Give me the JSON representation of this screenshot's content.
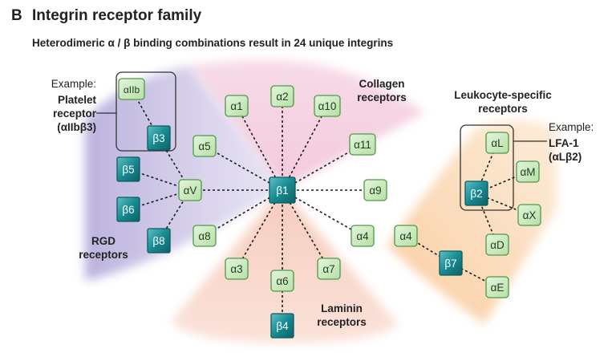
{
  "panel_letter": "B",
  "title": "Integrin receptor family",
  "subtitle": "Heterodimeric α / β binding combinations result in 24 unique integrins",
  "annotations": {
    "example_left": "Example:",
    "platelet_line1": "Platelet",
    "platelet_line2": "receptor",
    "platelet_line3": "(αIIbβ3)",
    "collagen_line1": "Collagen",
    "collagen_line2": "receptors",
    "leukocyte_line1": "Leukocyte-specific",
    "leukocyte_line2": "receptors",
    "example_right": "Example:",
    "lfa_line1": "LFA-1",
    "lfa_line2": "(αLβ2)",
    "rgd_line1": "RGD",
    "rgd_line2": "receptors",
    "laminin_line1": "Laminin",
    "laminin_line2": "receptors"
  },
  "colors": {
    "alpha_fill": "#cdeac1",
    "alpha_stroke": "#4d9a49",
    "beta_fill": "#17888f",
    "beta_stroke": "#0c5c61",
    "collagen_sector": "#f4cfe1",
    "rgd_sector": "#c8bfe2",
    "laminin_sector": "#f6c9bd",
    "leukocyte_sector": "#fbd8b3"
  },
  "nodes": [
    {
      "id": "b1",
      "label": "β1",
      "kind": "beta"
    },
    {
      "id": "b3",
      "label": "β3",
      "kind": "beta"
    },
    {
      "id": "b5",
      "label": "β5",
      "kind": "beta"
    },
    {
      "id": "b6",
      "label": "β6",
      "kind": "beta"
    },
    {
      "id": "b8",
      "label": "β8",
      "kind": "beta"
    },
    {
      "id": "b4",
      "label": "β4",
      "kind": "beta"
    },
    {
      "id": "b2",
      "label": "β2",
      "kind": "beta"
    },
    {
      "id": "b7",
      "label": "β7",
      "kind": "beta"
    },
    {
      "id": "aIIb",
      "label": "αIIb",
      "kind": "alpha"
    },
    {
      "id": "a1",
      "label": "α1",
      "kind": "alpha"
    },
    {
      "id": "a2",
      "label": "α2",
      "kind": "alpha"
    },
    {
      "id": "a10",
      "label": "α10",
      "kind": "alpha"
    },
    {
      "id": "a11",
      "label": "α11",
      "kind": "alpha"
    },
    {
      "id": "a5",
      "label": "α5",
      "kind": "alpha"
    },
    {
      "id": "aV",
      "label": "αV",
      "kind": "alpha"
    },
    {
      "id": "a9",
      "label": "α9",
      "kind": "alpha"
    },
    {
      "id": "a8",
      "label": "α8",
      "kind": "alpha"
    },
    {
      "id": "a4",
      "label": "α4",
      "kind": "alpha"
    },
    {
      "id": "a3",
      "label": "α3",
      "kind": "alpha"
    },
    {
      "id": "a6",
      "label": "α6",
      "kind": "alpha"
    },
    {
      "id": "a7",
      "label": "α7",
      "kind": "alpha"
    },
    {
      "id": "aL",
      "label": "αL",
      "kind": "alpha"
    },
    {
      "id": "aM",
      "label": "αM",
      "kind": "alpha"
    },
    {
      "id": "aX",
      "label": "αX",
      "kind": "alpha"
    },
    {
      "id": "aD",
      "label": "αD",
      "kind": "alpha"
    },
    {
      "id": "a4b",
      "label": "α4",
      "kind": "alpha"
    },
    {
      "id": "aE",
      "label": "αE",
      "kind": "alpha"
    }
  ],
  "edges": [
    [
      "b1",
      "a1"
    ],
    [
      "b1",
      "a2"
    ],
    [
      "b1",
      "a10"
    ],
    [
      "b1",
      "a11"
    ],
    [
      "b1",
      "a9"
    ],
    [
      "b1",
      "a4"
    ],
    [
      "b1",
      "a7"
    ],
    [
      "b1",
      "a6"
    ],
    [
      "b1",
      "a3"
    ],
    [
      "b1",
      "a8"
    ],
    [
      "b1",
      "aV"
    ],
    [
      "b1",
      "a5"
    ],
    [
      "aIIb",
      "b3"
    ],
    [
      "b3",
      "aV"
    ],
    [
      "b5",
      "aV"
    ],
    [
      "b6",
      "aV"
    ],
    [
      "b8",
      "aV"
    ],
    [
      "a6",
      "b4"
    ],
    [
      "aL",
      "b2"
    ],
    [
      "aM",
      "b2"
    ],
    [
      "aX",
      "b2"
    ],
    [
      "aD",
      "b2"
    ],
    [
      "a4b",
      "b7"
    ],
    [
      "aE",
      "b7"
    ]
  ]
}
